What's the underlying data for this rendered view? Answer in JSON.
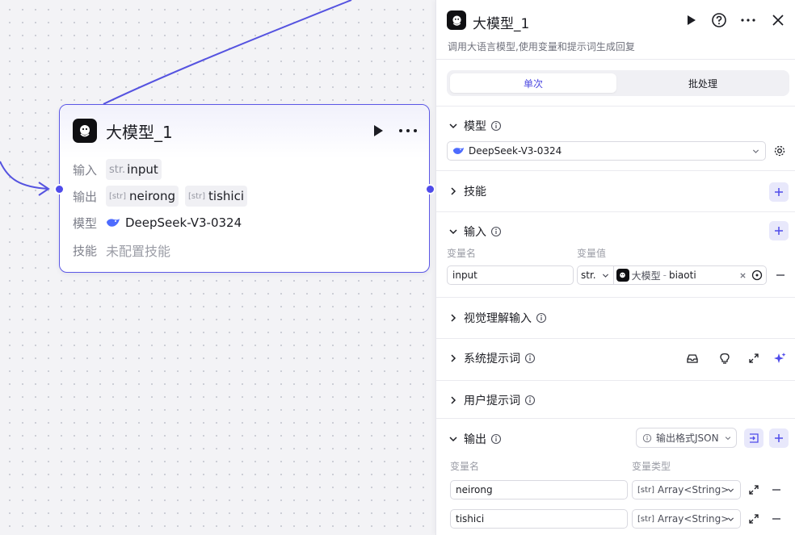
{
  "node": {
    "title": "大模型_1",
    "input_label": "输入",
    "input_type": "str.",
    "input_name": "input",
    "output_label": "输出",
    "outputs": [
      {
        "type": "[str]",
        "name": "neirong"
      },
      {
        "type": "[str]",
        "name": "tishici"
      }
    ],
    "model_label": "模型",
    "model_name": "DeepSeek-V3-0324",
    "skill_label": "技能",
    "skill_value": "未配置技能"
  },
  "panel": {
    "title": "大模型_1",
    "description": "调用大语言模型,使用变量和提示词生成回复",
    "tabs": [
      {
        "label": "单次",
        "active": true
      },
      {
        "label": "批处理",
        "active": false
      }
    ],
    "model_section": "模型",
    "model_select": "DeepSeek-V3-0324",
    "skills_section": "技能",
    "input_section": "输入",
    "var_name_col": "变量名",
    "var_value_col": "变量值",
    "input_var_name": "input",
    "input_var_type": "str.",
    "input_ref_node": "大模型",
    "input_ref_separator": "-",
    "input_ref_var": "biaoti",
    "vision_section": "视觉理解输入",
    "system_prompt_section": "系统提示词",
    "user_prompt_section": "用户提示词",
    "output_section": "输出",
    "output_format_pill": "输出格式JSON",
    "output_name_col": "变量名",
    "output_type_col": "变量类型",
    "output_vars": [
      {
        "name": "neirong",
        "type_icon": "[str]",
        "type": "Array<String>"
      },
      {
        "name": "tishici",
        "type_icon": "[str]",
        "type": "Array<String>"
      }
    ]
  },
  "colors": {
    "accent": "#4f4bea",
    "wire": "#5553e0",
    "node_border": "#5b57e6",
    "canvas": "#f3f3f6"
  }
}
